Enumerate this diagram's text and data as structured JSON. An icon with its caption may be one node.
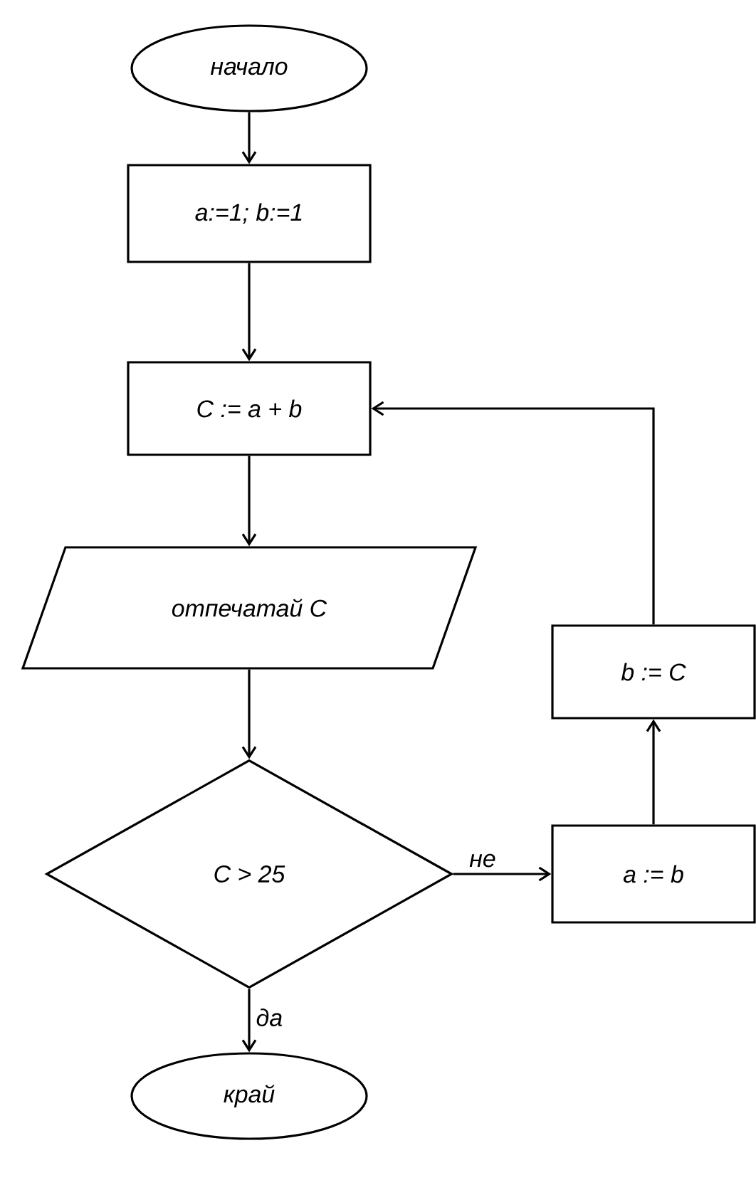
{
  "diagram": {
    "nodes": [
      {
        "text": [
          "начало"
        ]
      },
      {
        "text": [
          "a:=1; b:=1"
        ]
      },
      {
        "text": [
          "C := a + b"
        ]
      },
      {
        "text": [
          "отпечатай  C"
        ]
      },
      {
        "text": [
          "C > 25"
        ]
      },
      {
        "text": [
          "край"
        ]
      },
      {
        "text": [
          "b := C"
        ]
      },
      {
        "text": [
          "a := b"
        ]
      }
    ],
    "edges": [
      {
        "from": 0,
        "to": 1,
        "arrow": "to"
      },
      {
        "from": 1,
        "to": 2,
        "arrow": "to"
      },
      {
        "from": 2,
        "to": 3,
        "arrow": "to"
      },
      {
        "from": 3,
        "to": 4,
        "arrow": "to"
      },
      {
        "from": 4,
        "to": 5,
        "arrow": "to",
        "label": "да"
      },
      {
        "from": 4,
        "to": 7,
        "arrow": "to",
        "label": "не"
      },
      {
        "from": 7,
        "to": 6,
        "arrow": "to"
      },
      {
        "from": 6,
        "to": 2,
        "arrow": "to"
      }
    ]
  }
}
